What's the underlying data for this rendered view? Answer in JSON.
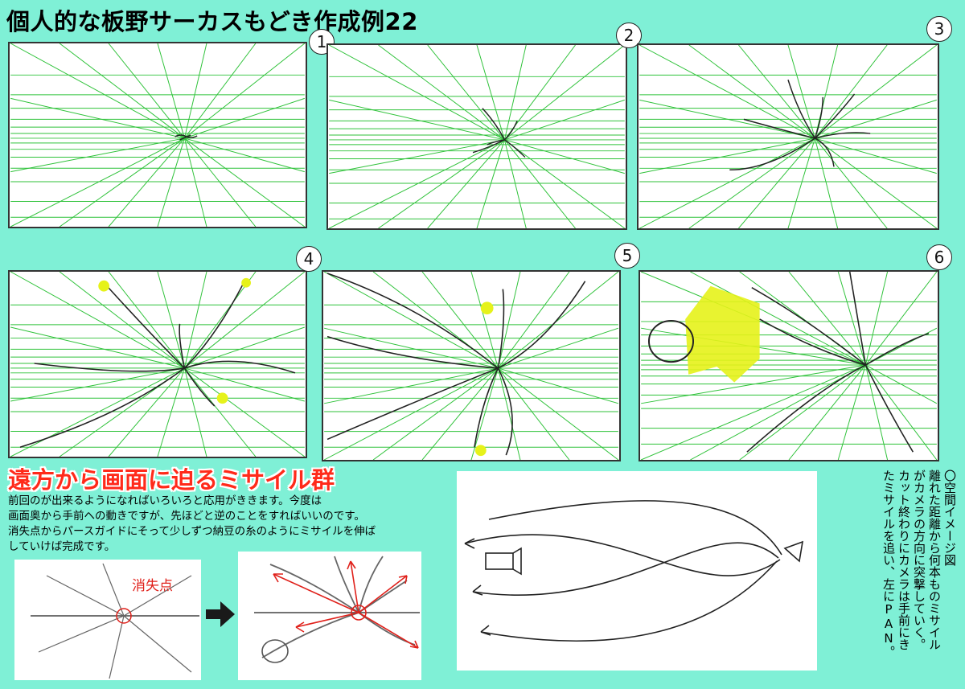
{
  "page": {
    "title": "個人的な板野サーカスもどき作成例22",
    "headline": "遠方から画面に迫るミサイル群",
    "body_lines": [
      "前回のが出来るようになればいろいろと応用がききます。今度は",
      "画面奥から手前への動きですが、先ほどと逆のことをすればいいのです。",
      "消失点からパースガイドにそって少しずつ納豆の糸のようにミサイルを伸ば",
      "していけば完成です。"
    ],
    "vanishing_point_label": "消失点",
    "note_lines": [
      "〇空間イメージ図",
      "離れた距離から何本ものミサイル",
      "がカメラの方向に突撃していく。",
      "カット終わりにカメラは手前にき",
      "たミサイルを追い、左にPAN。"
    ]
  },
  "panels": [
    {
      "number": "1"
    },
    {
      "number": "2"
    },
    {
      "number": "3"
    },
    {
      "number": "4"
    },
    {
      "number": "5"
    },
    {
      "number": "6"
    }
  ],
  "colors": {
    "background": "#7ff0d6",
    "guide_line": "#2fc23a",
    "headline": "#ff2a1a",
    "missile_highlight": "#e6f21a",
    "arrow": "#e0201a"
  }
}
